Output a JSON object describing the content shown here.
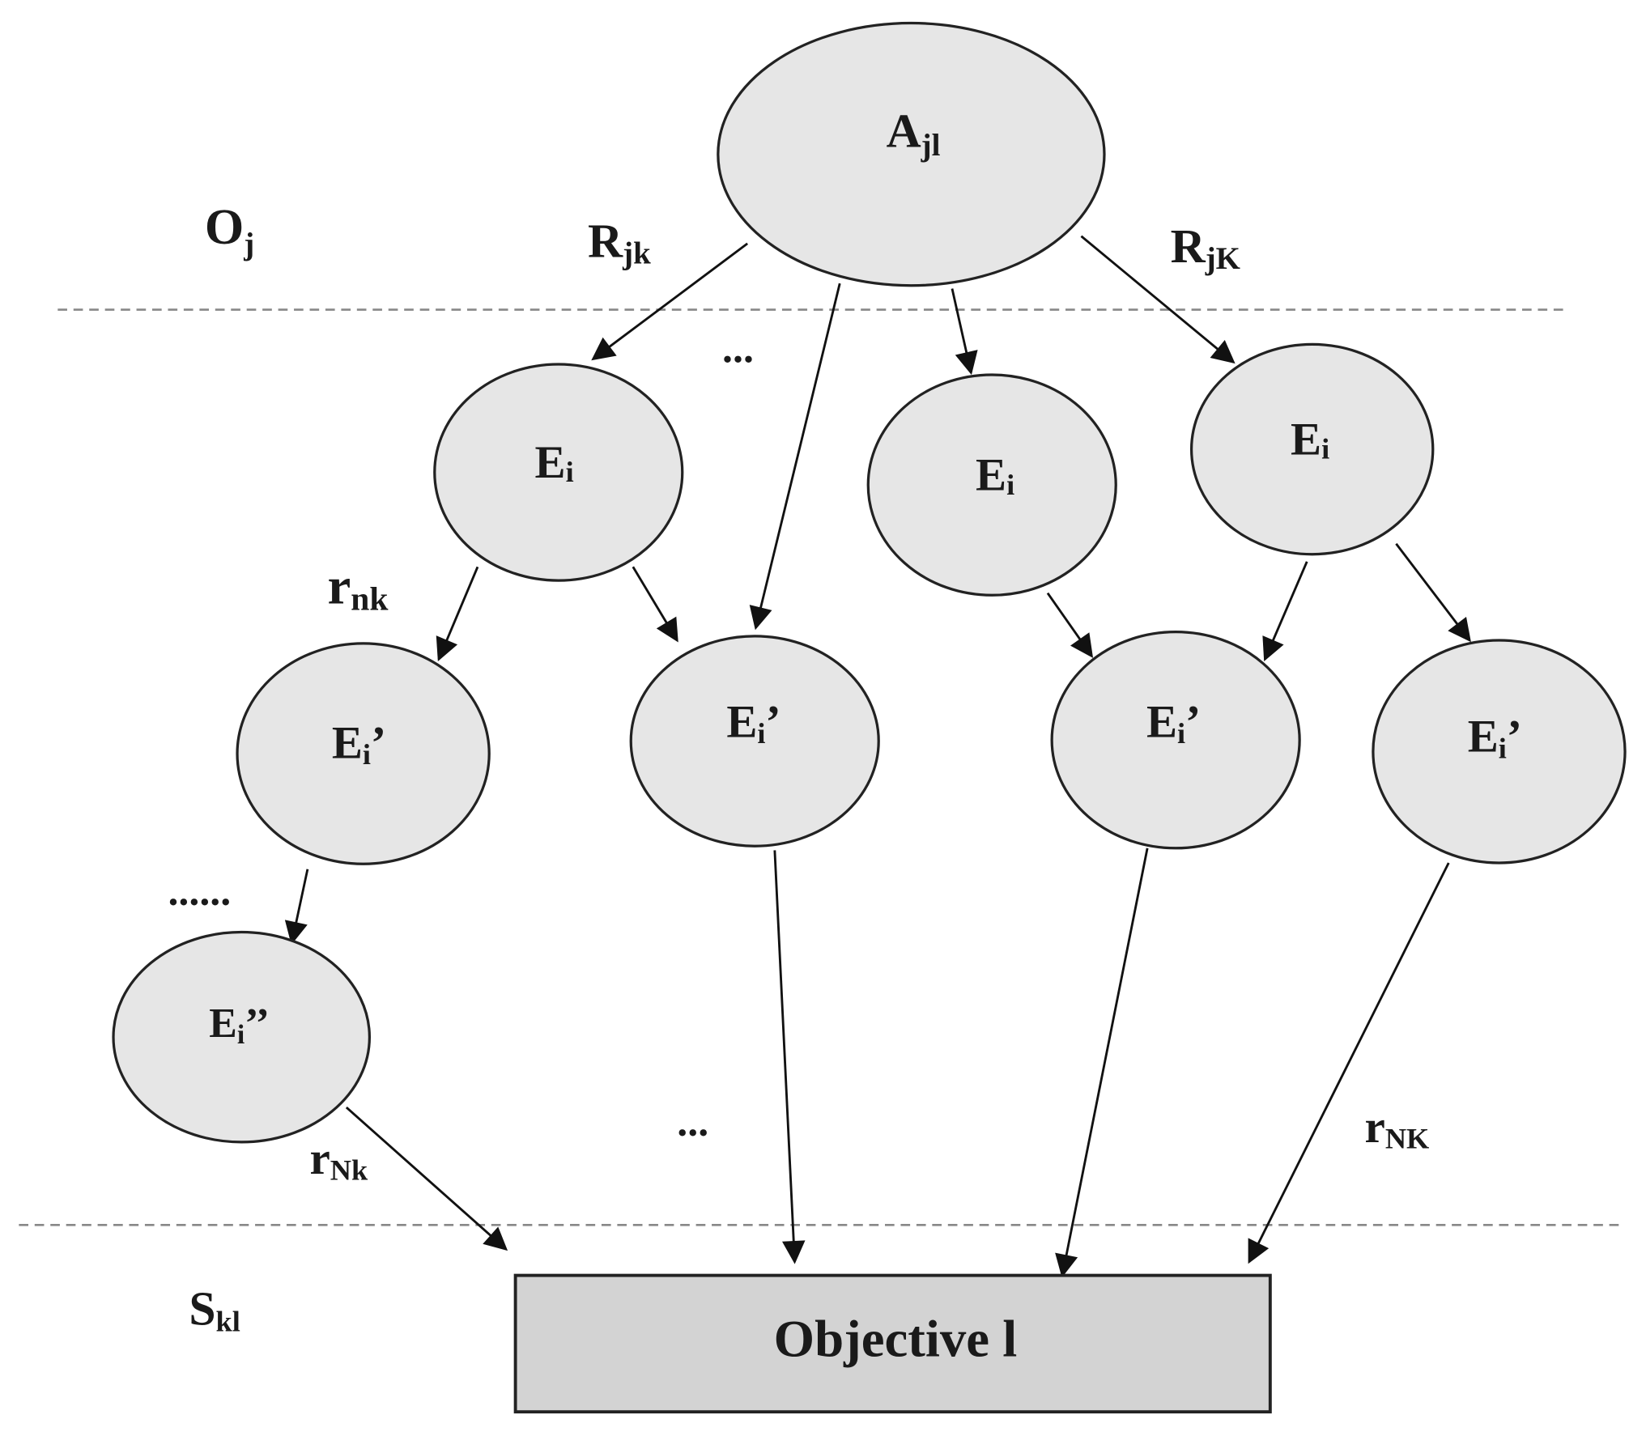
{
  "root": {
    "main": "A",
    "sub": "jl"
  },
  "layers": {
    "top": {
      "main": "O",
      "sub": "j"
    },
    "bottom": {
      "main": "S",
      "sub": "kl"
    }
  },
  "edge_labels": {
    "rjk": {
      "main": "R",
      "sub": "jk"
    },
    "rjK": {
      "main": "R",
      "sub": "jK"
    },
    "rnk": {
      "main": "r",
      "sub": "nk"
    },
    "rNk": {
      "main": "r",
      "sub": "Nk"
    },
    "rNK": {
      "main": "r",
      "sub": "NK"
    }
  },
  "nodes": {
    "e1": {
      "main": "E",
      "sub": "i",
      "prime": ""
    },
    "e2": {
      "main": "E",
      "sub": "i",
      "prime": ""
    },
    "e3": {
      "main": "E",
      "sub": "i",
      "prime": ""
    },
    "e1a": {
      "main": "E",
      "sub": "i",
      "prime": "’"
    },
    "e1b": {
      "main": "E",
      "sub": "i",
      "prime": "’"
    },
    "e2a": {
      "main": "E",
      "sub": "i",
      "prime": "’"
    },
    "e3a": {
      "main": "E",
      "sub": "i",
      "prime": "’"
    },
    "e1aa": {
      "main": "E",
      "sub": "i",
      "prime": "’’"
    }
  },
  "ellipses": {
    "top": "...",
    "left": "......",
    "bottom": "..."
  },
  "objective": "Objective l"
}
